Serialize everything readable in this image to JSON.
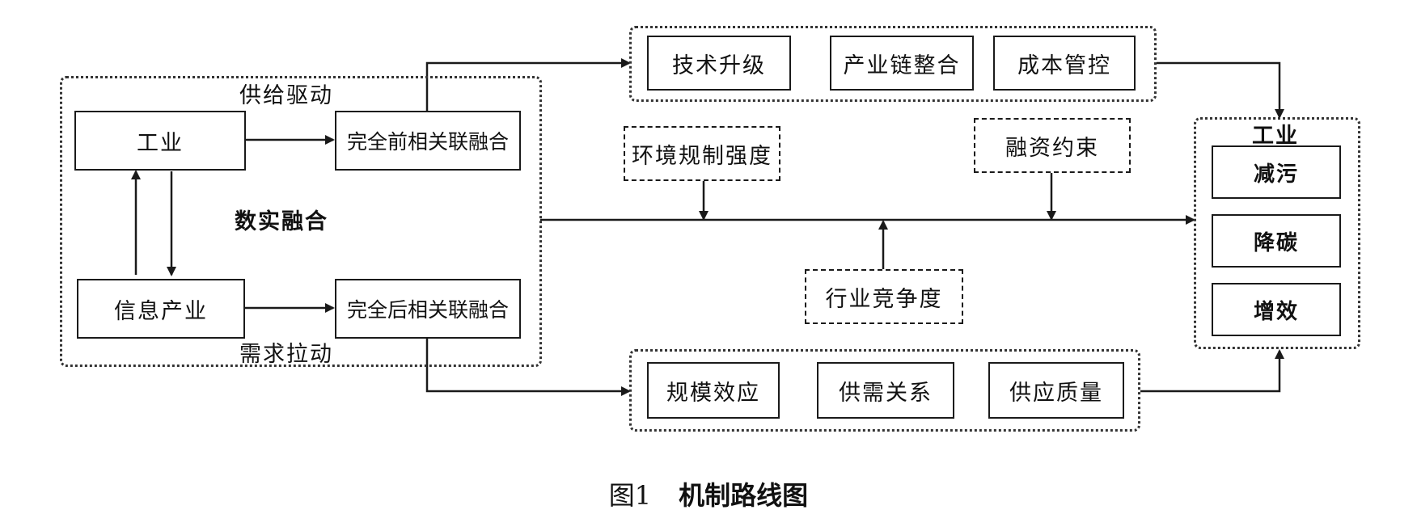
{
  "left_group": {
    "supply_label": "供给驱动",
    "demand_label": "需求拉动",
    "center_label": "数实融合",
    "industry": "工业",
    "info_industry": "信息产业",
    "forward_fusion": "完全前相关联融合",
    "backward_fusion": "完全后相关联融合"
  },
  "top_group": {
    "items": [
      "技术升级",
      "产业链整合",
      "成本管控"
    ]
  },
  "bottom_group": {
    "items": [
      "规模效应",
      "供需关系",
      "供应质量"
    ]
  },
  "moderators": {
    "environment": "环境规制强度",
    "financing": "融资约束",
    "competition": "行业竞争度"
  },
  "outcome": {
    "title": "工业",
    "items": [
      "减污",
      "降碳",
      "增效"
    ]
  },
  "caption": {
    "number": "图1",
    "title": "机制路线图"
  }
}
